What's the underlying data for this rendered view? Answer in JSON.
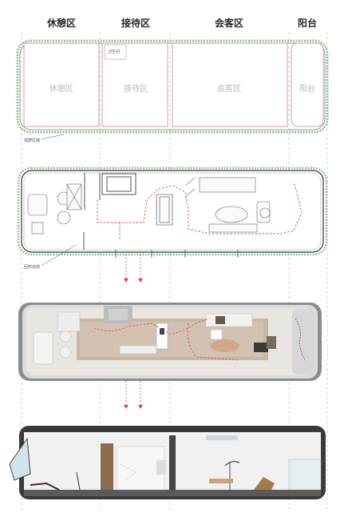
{
  "zones": [
    {
      "key": "rest",
      "label": "休憩区"
    },
    {
      "key": "reception",
      "label": "接待区"
    },
    {
      "key": "meeting",
      "label": "会客区"
    },
    {
      "key": "balcony",
      "label": "阳台"
    }
  ],
  "diagram1": {
    "zone_labels": [
      "休憩区",
      "接待区",
      "会客区",
      "阳台"
    ],
    "small_room_label": "卫生间",
    "callout": "视野区域"
  },
  "diagram2": {
    "callout": "回形动线"
  },
  "colors": {
    "zone_outline": "#c98a8a",
    "view_area": "#8dc48f",
    "circulation": "#d24c4c",
    "guide": "#b5b5b5"
  }
}
